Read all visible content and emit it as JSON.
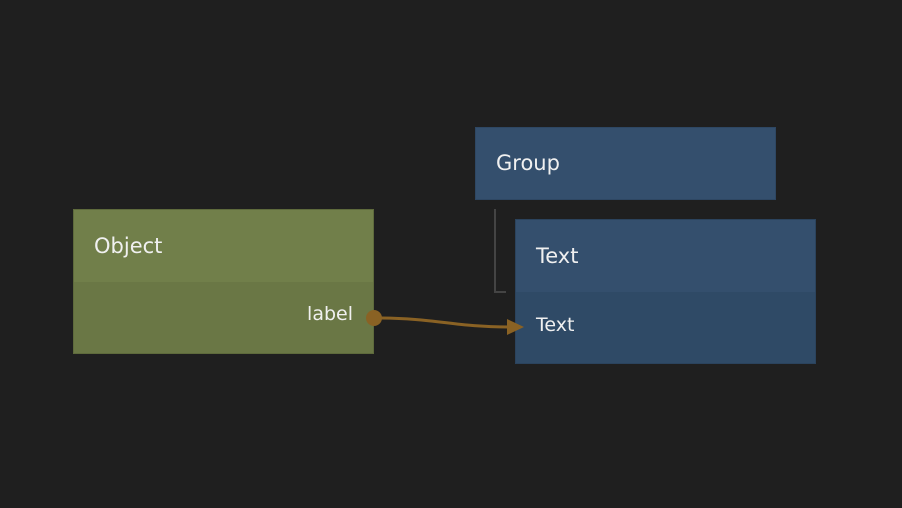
{
  "nodes": {
    "object": {
      "title": "Object",
      "port": "label",
      "color": "#717f4a"
    },
    "group": {
      "title": "Group",
      "color": "#344f6d"
    },
    "text": {
      "title": "Text",
      "port": "Text",
      "color": "#344f6d"
    }
  },
  "connection_color": "#8a6224"
}
